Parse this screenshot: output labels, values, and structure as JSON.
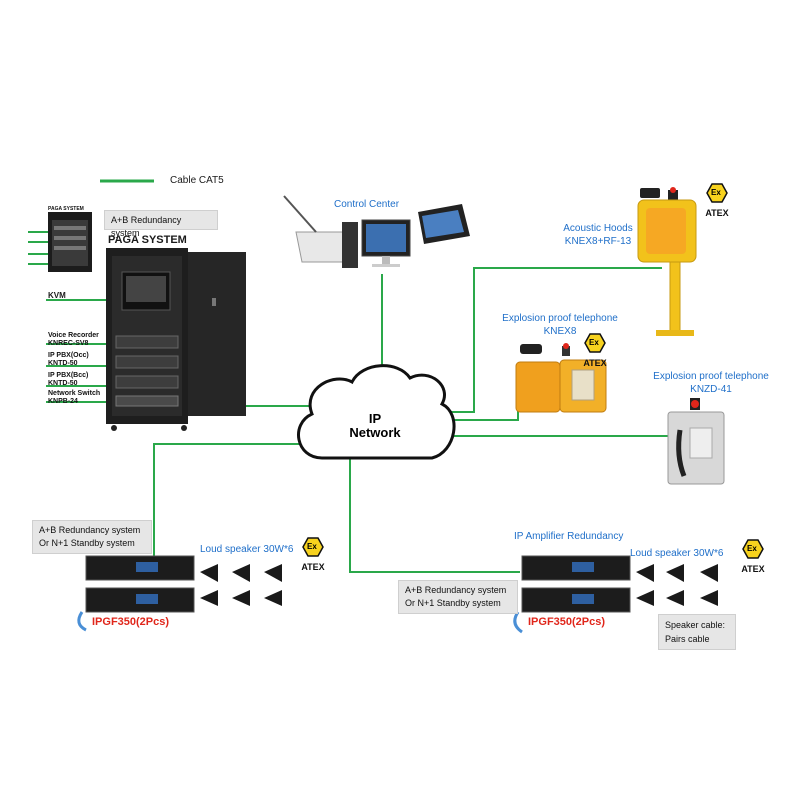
{
  "legend": {
    "label": "Cable CAT5",
    "color": "#2aa84a"
  },
  "cloud": {
    "line1": "IP",
    "line2": "Network"
  },
  "paga": {
    "title": "PAGA SYSTEM",
    "thumb_title": "PAGA SYSTEM",
    "redundancy_note": "A+B Redundancy system",
    "kvm": "KVM",
    "voice_recorder": "Voice Recorder",
    "voice_recorder_model": "KNREC-SV8",
    "pbx_occ": "IP PBX(Occ)",
    "pbx_occ_model": "KNTD-50",
    "pbx_bcc": "IP PBX(Bcc)",
    "pbx_bcc_model": "KNTD-50",
    "switch": "Network Switch",
    "switch_model": "KNPB-24"
  },
  "control_center": {
    "label": "Control Center"
  },
  "acoustic_hood": {
    "label": "Acoustic Hoods",
    "model": "KNEX8+RF-13"
  },
  "exp_phone1": {
    "label": "Explosion proof telephone",
    "model": "KNEX8"
  },
  "exp_phone2": {
    "label": "Explosion proof telephone",
    "model": "KNZD-41"
  },
  "atex": {
    "ex": "Ex",
    "label": "ATEX"
  },
  "left_amp": {
    "note_line1": "A+B Redundancy system",
    "note_line2": "Or N+1 Standby system",
    "speaker_label": "Loud speaker 30W*6",
    "model": "IPGF350(2Pcs)"
  },
  "right_amp": {
    "title": "IP Amplifier Redundancy",
    "note_line1": "A+B Redundancy system",
    "note_line2": "Or N+1 Standby system",
    "speaker_label": "Loud speaker 30W*6",
    "model": "IPGF350(2Pcs)",
    "cable_note_line1": "Speaker cable:",
    "cable_note_line2": "Pairs cable"
  },
  "colors": {
    "label_blue": "#1f6fc9",
    "model_red": "#e0261b",
    "hood_yellow": "#f2c21b",
    "phone_orange": "#f0a01e"
  }
}
